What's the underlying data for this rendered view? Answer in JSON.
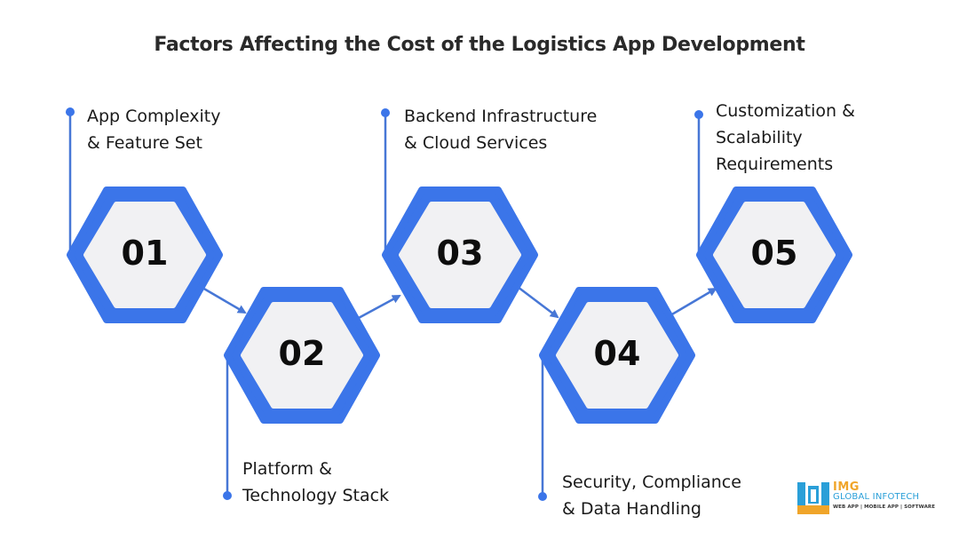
{
  "title": "Factors Affecting the Cost of the Logistics App Development",
  "colors": {
    "accent": "#3B75E9",
    "hex_fill": "#F1F1F3",
    "connector": "#4777D6",
    "text": "#1A1A1A"
  },
  "steps": [
    {
      "number": "01",
      "line1": "App Complexity",
      "line2": "& Feature Set",
      "line3": ""
    },
    {
      "number": "02",
      "line1": "Platform &",
      "line2": "Technology Stack",
      "line3": ""
    },
    {
      "number": "03",
      "line1": "Backend Infrastructure",
      "line2": "& Cloud Services",
      "line3": ""
    },
    {
      "number": "04",
      "line1": "Security, Compliance",
      "line2": "& Data Handling",
      "line3": ""
    },
    {
      "number": "05",
      "line1": "Customization &",
      "line2": "Scalability",
      "line3": "Requirements"
    }
  ],
  "logo": {
    "brand": "IMG",
    "name": "GLOBAL INFOTECH",
    "tagline": "WEB APP | MOBILE APP | SOFTWARE"
  }
}
